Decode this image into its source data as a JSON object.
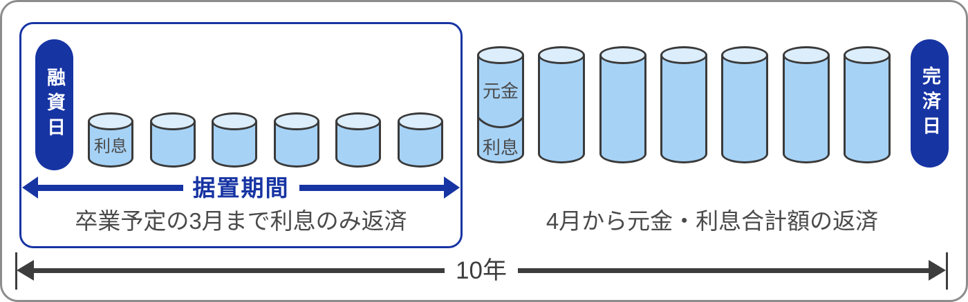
{
  "colors": {
    "primary_blue": "#1734a3",
    "cylinder_body": "#a6d2f6",
    "cylinder_top": "#dcedfb",
    "outline": "#3a3a3a",
    "caption_gray": "#4a4a4a",
    "timeline_gray": "#3d3d3d",
    "frame_gray": "#8c8c8c"
  },
  "grace_section": {
    "start_pill": "融資日",
    "interest_cylinder_count": 6,
    "first_cylinder_label": "利息",
    "arrow_label": "据置期間",
    "caption": "卒業予定の3月まで利息のみ返済"
  },
  "repayment_section": {
    "cylinder_count": 7,
    "first_cylinder_top_label": "元金",
    "first_cylinder_bottom_label": "利息",
    "end_pill": "完済日",
    "caption": "4月から元金・利息合計額の返済"
  },
  "timeline": {
    "label": "10年"
  }
}
